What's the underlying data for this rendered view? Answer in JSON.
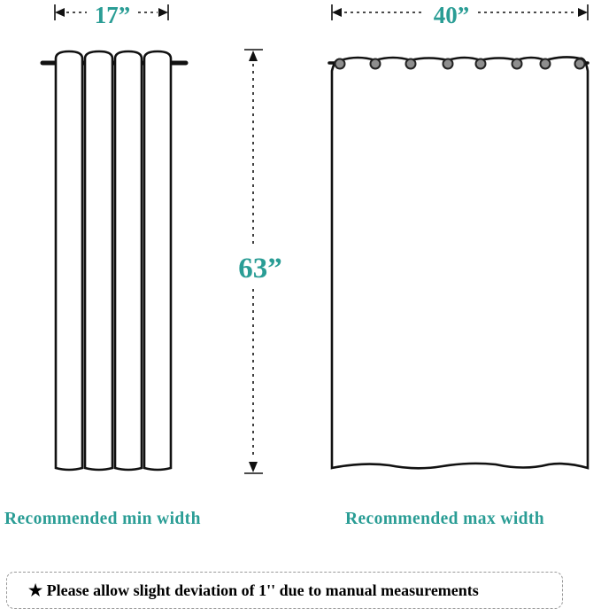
{
  "dimensions": {
    "min_width": "17”",
    "max_width": "40”",
    "length": "63”"
  },
  "captions": {
    "min": "Recommended min width",
    "max": "Recommended max width"
  },
  "note": "★ Please allow slight deviation of 1'' due to manual measurements",
  "colors": {
    "accent": "#2a9d95",
    "line": "#111111"
  }
}
